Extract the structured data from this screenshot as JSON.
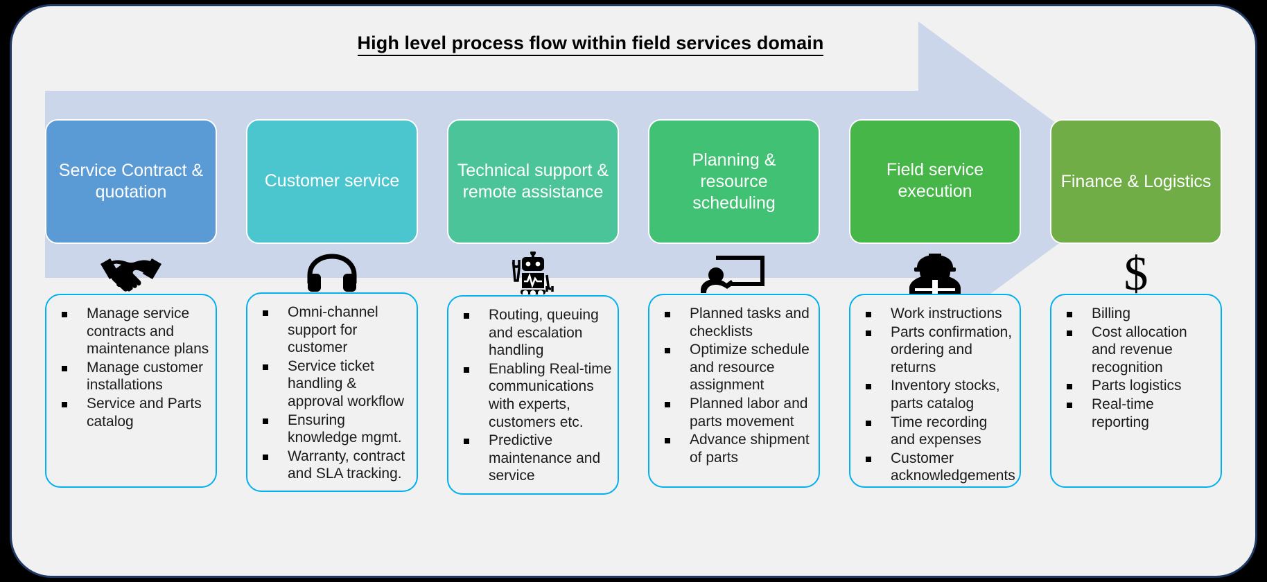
{
  "title": "High level process flow within field services domain",
  "arrow": {
    "name": "process-flow-arrow",
    "color": "#ccd6ea",
    "direction": "right"
  },
  "frame": {
    "background": "#f1f1f1",
    "border_color": "#1f3864"
  },
  "bullet_card": {
    "border_color": "#00b0f0"
  },
  "stages": [
    {
      "label": "Service Contract & quotation",
      "color": "#5b9bd5",
      "icon": "handshake-icon",
      "bullets": [
        "Manage service contracts and maintenance plans",
        "Manage customer installations",
        "Service and Parts catalog"
      ]
    },
    {
      "label": "Customer service",
      "color": "#4bc6cf",
      "icon": "headphones-icon",
      "bullets": [
        "Omni-channel support for customer",
        "Service ticket handling & approval workflow",
        "Ensuring knowledge mgmt.",
        "Warranty, contract and SLA tracking."
      ]
    },
    {
      "label": "Technical support & remote assistance",
      "color": "#4bc49a",
      "icon": "robot-icon",
      "bullets": [
        "Routing, queuing and escalation handling",
        "Enabling Real-time communications with experts, customers etc.",
        "Predictive maintenance and service"
      ]
    },
    {
      "label": "Planning & resource scheduling",
      "color": "#41c173",
      "icon": "presentation-person-icon",
      "bullets": [
        "Planned tasks and checklists",
        "Optimize schedule and resource assignment",
        "Planned labor and parts movement",
        "Advance shipment of parts"
      ]
    },
    {
      "label": "Field service execution",
      "color": "#46b648",
      "icon": "engineer-hardhat-icon",
      "bullets": [
        "Work instructions",
        "Parts confirmation, ordering and returns",
        "Inventory stocks, parts catalog",
        "Time recording and expenses",
        "Customer acknowledgements"
      ]
    },
    {
      "label": "Finance & Logistics",
      "color": "#70ad47",
      "icon": "dollar-sign-icon",
      "bullets": [
        "Billing",
        "Cost allocation and revenue recognition",
        "Parts logistics",
        "Real-time reporting"
      ]
    }
  ]
}
